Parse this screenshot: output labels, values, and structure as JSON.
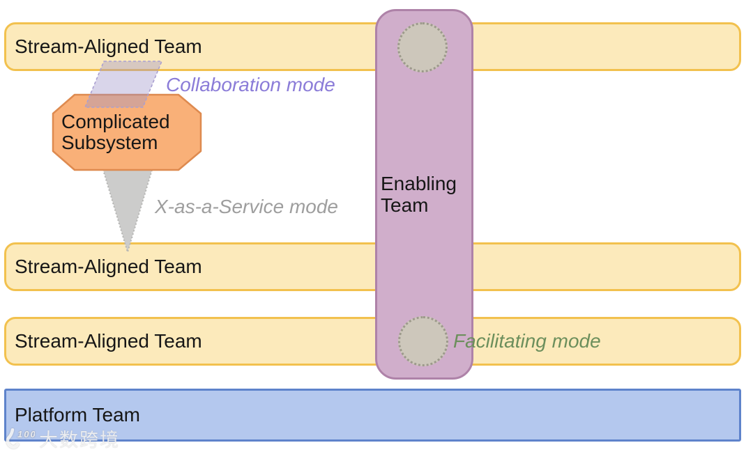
{
  "teams": {
    "stream_aligned": [
      {
        "label": "Stream-Aligned Team"
      },
      {
        "label": "Stream-Aligned Team"
      },
      {
        "label": "Stream-Aligned Team"
      }
    ],
    "platform": {
      "label": "Platform Team"
    },
    "enabling": {
      "label": "Enabling\nTeam"
    },
    "complicated_subsystem": {
      "label": "Complicated\nSubsystem"
    }
  },
  "modes": {
    "collaboration": {
      "label": "Collaboration mode",
      "color": "#8B7CD8"
    },
    "x_as_a_service": {
      "label": "X-as-a-Service mode",
      "color": "#9E9E9E"
    },
    "facilitating": {
      "label": "Facilitating mode",
      "color": "#6C8F5C"
    }
  },
  "colors": {
    "stream_fill": "#FCEABB",
    "stream_border": "#F2C14E",
    "platform_fill": "#B4C8EE",
    "platform_border": "#5E83CB",
    "enabling_fill": "#D0AECB",
    "enabling_border": "#AE82A8",
    "subsystem_fill": "#F9B078",
    "subsystem_border": "#DE8A4F",
    "collaboration_overlay_fill": "rgba(155,145,200,0.38)",
    "collaboration_overlay_border": "#A99FD1",
    "xaas_triangle_fill": "#CCCCCB",
    "xaas_triangle_border": "#B5B5B3",
    "touch_circle_fill": "#CDC7BB",
    "touch_circle_border": "#9C998B"
  },
  "watermark": {
    "logo": "100",
    "text": "大数跨境"
  }
}
